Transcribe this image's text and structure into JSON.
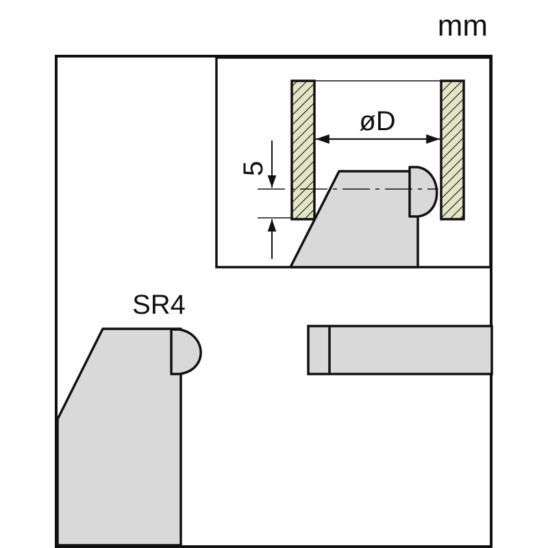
{
  "diagram": {
    "unit_label": "mm",
    "labels": {
      "bore_diameter": "øD",
      "offset": "5",
      "tip_radius": "SR4"
    },
    "colors": {
      "outline": "#111111",
      "part_fill": "#d9d9d9",
      "hatch_fill": "#e3e6c6",
      "background": "#ffffff"
    }
  }
}
